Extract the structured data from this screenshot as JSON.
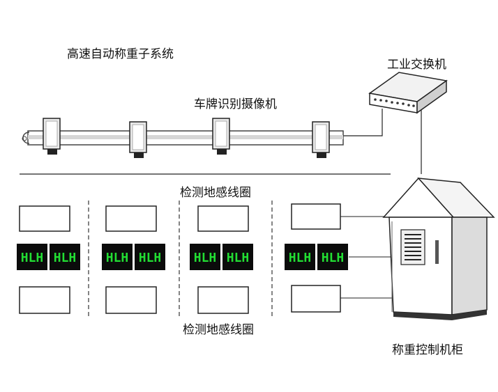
{
  "title": "高速自动称重子系统",
  "labels": {
    "camera": "车牌识别摄像机",
    "switch": "工业交换机",
    "loop_top": "检测地感线圈",
    "loop_bottom": "检测地感线圈",
    "cabinet": "称重控制机柜"
  },
  "sensor": {
    "text": "HLH",
    "color": "#22dd33",
    "bg": "#0b0b0b"
  },
  "lane_groups": 4,
  "cameras": 4
}
